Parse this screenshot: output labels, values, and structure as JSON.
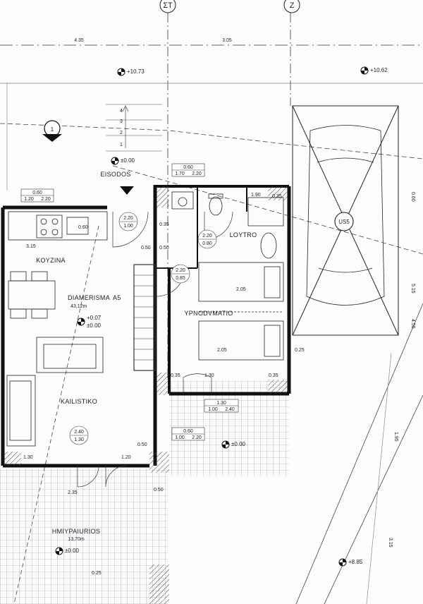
{
  "axes": {
    "st": "ΣΤ",
    "z": "Z"
  },
  "top_dims": {
    "left": "4.35",
    "right": "3.05"
  },
  "levels": {
    "top_left": "+10.73",
    "top_right": "+10.62",
    "entrance": "±0.00",
    "apartment_a": "+0.07",
    "apartment_b": "±0.00",
    "terrace_right": "±0.00",
    "veranda": "±0.00",
    "bottom_right": "+8.85"
  },
  "stair_steps": [
    "4",
    "3",
    "2",
    "1"
  ],
  "section_marker": "1",
  "rooms": {
    "entrance": "EISODOS",
    "kitchen": "KOYZINA",
    "apartment": "DIAMERISMA",
    "apartment_annot": "A5",
    "apartment_area": "43,12m",
    "living": "KAILISTIKO",
    "bath": "LOYTRO",
    "bedroom": "YPNODVMATIO",
    "veranda": "HMIYPAIURIOS",
    "veranda_area": "13,70m"
  },
  "parking": "US5",
  "openings": {
    "entrance_window_top": "0.60",
    "entrance_window_bottom_a": "1.70",
    "entrance_window_bottom_b": "2.20",
    "kitchen_window_top": "0.60",
    "kitchen_window_bottom_a": "1.20",
    "kitchen_window_bottom_b": "2.20",
    "door_a_top": "2.20",
    "door_a_bottom": "1.00",
    "bath_door_top": "2.20",
    "bath_door_bottom": "0.80",
    "inner_door_top": "2.20",
    "inner_door_bottom": "0.85",
    "patio_door_top": "1.30",
    "patio_door_bottom_a": "1.00",
    "patio_door_bottom_b": "2.40",
    "terrace_window_top": "0.60",
    "terrace_window_bottom_a": "1.00",
    "terrace_window_bottom_b": "2.20",
    "living_door_top": "2.40",
    "living_door_bottom": "1.30"
  },
  "small_dims": {
    "d1": "0.35",
    "d2": "1.90",
    "d3": "0.35",
    "d4": "0.60",
    "d5": "0.50",
    "d6": "3.15",
    "d7": "0.50",
    "d8": "2.05",
    "d9": "2.05",
    "d10": "0.35",
    "d11": "1.30",
    "d12": "0.35",
    "d13": "1.30",
    "d14": "1.20",
    "d15": "0.50",
    "d16": "0.25",
    "d17": "2.35",
    "d18": "0.25",
    "d19": "0.50"
  },
  "right_dims": {
    "a": "0.60",
    "b": "5.15",
    "c": "4.55",
    "d": "1.95",
    "e": "3.15"
  }
}
